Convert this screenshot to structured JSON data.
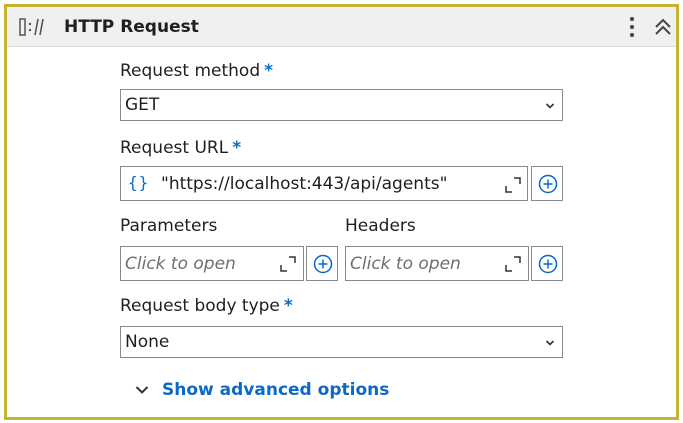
{
  "header": {
    "title": "HTTP Request",
    "icon": "http-request-icon",
    "more_icon": "more-vertical-icon",
    "collapse_icon": "chevrons-up-icon"
  },
  "fields": {
    "method": {
      "label": "Request method",
      "required": "*",
      "value": "GET"
    },
    "url": {
      "label": "Request URL",
      "required": "*",
      "expression_icon": "{}",
      "value": "\"https://localhost:443/api/agents\""
    },
    "parameters": {
      "label": "Parameters",
      "placeholder": "Click to open"
    },
    "headers": {
      "label": "Headers",
      "placeholder": "Click to open"
    },
    "body_type": {
      "label": "Request body type",
      "required": "*",
      "value": "None"
    }
  },
  "advanced": {
    "label": "Show advanced options"
  },
  "colors": {
    "accent": "#0a6ac9",
    "card_border": "#c8b233",
    "header_bg": "#f0f0f0"
  }
}
